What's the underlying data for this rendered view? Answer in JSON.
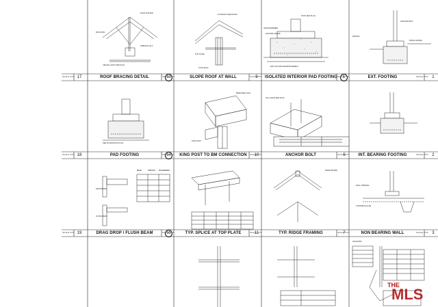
{
  "scale_label": "SCALE NTS",
  "details": [
    {
      "num": "17",
      "title": "ROOF BRACING DETAIL",
      "ref": "13",
      "circled": true
    },
    {
      "num": "9",
      "title": "SLOPE ROOF AT WALL",
      "ref": "",
      "circled": false
    },
    {
      "num": "",
      "title": "ISOLATED INTERIOR PAD FOOTING",
      "ref": "5",
      "circled": true
    },
    {
      "num": "1",
      "title": "EXT. FOOTING",
      "ref": "",
      "circled": false
    },
    {
      "num": "18",
      "title": "PAD FOOTING",
      "ref": "14",
      "circled": true
    },
    {
      "num": "10",
      "title": "KING POST TO BM CONNECTION",
      "ref": "",
      "circled": false
    },
    {
      "num": "6",
      "title": "ANCHOR BOLT",
      "ref": "",
      "circled": false
    },
    {
      "num": "2",
      "title": "INT. BEARING FOOTING",
      "ref": "",
      "circled": false
    },
    {
      "num": "19",
      "title": "DRAG DROP / FLUSH BEAM",
      "ref": "15",
      "circled": true
    },
    {
      "num": "11",
      "title": "TYP. SPLICE AT TOP PLATE",
      "ref": "",
      "circled": false
    },
    {
      "num": "7",
      "title": "TYP. RIDGE FRAMING",
      "ref": "",
      "circled": false
    },
    {
      "num": "3",
      "title": "NON BEARING WALL",
      "ref": "",
      "circled": false
    }
  ],
  "labels": {
    "roof_rafter": "ROOF RAFTER",
    "blocking": "BLOCKING",
    "simpson": "SIMPSON H2.5",
    "ceiling_joist": "CEILING JOIST PER PLAN",
    "ply_sheathing": "PLYWOOD SHEATHING",
    "top_plate": "TOP PLATE",
    "stud_wall": "STUD WALL",
    "post": "POST PER PLAN",
    "vapor_barrier": "VAPOR BARRIER",
    "natural_grade": "NATURAL GRADE",
    "pad_footing_reinf": "PAD FOOTING REINFORCEMENT",
    "anchor_bolt": "ANCHOR BOLT",
    "mudsill": "MUDSILL",
    "finish_grade": "FINISH GRADE",
    "foundation_plan": "SEE FOUNDATION PLAN",
    "beam_per_plan": "BEAM PER PLAN",
    "king_post": "KING POST",
    "sill_plate": "SILL PLATE PER PLAN",
    "flush_beam": "FLUSH BEAM",
    "drop_beam": "DROP BEAM",
    "ridge_board": "RIDGE BOARD",
    "wall_opening": "WALL OPENING",
    "hold_down": "HOLDOWN",
    "concrete_slab": "CONCRETE SLAB"
  },
  "table_headings": [
    "BEAM",
    "SIMPSON",
    "ENGINEERED"
  ],
  "watermark": {
    "the": "THE",
    "mls": "MLS"
  }
}
